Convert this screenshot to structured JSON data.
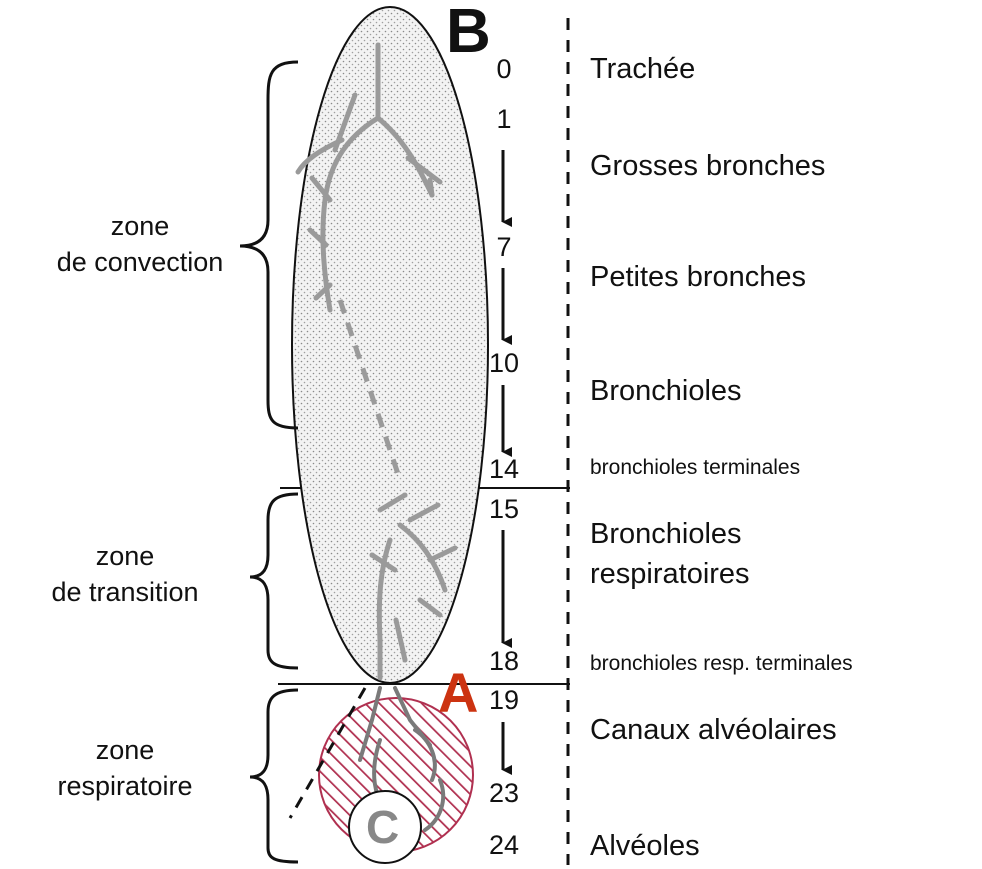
{
  "markers": {
    "b": "B",
    "a": "A",
    "c": "C"
  },
  "colors": {
    "marker_a": "#cc3311",
    "marker_c": "#888888",
    "hatch": "#b03050"
  },
  "zones": [
    {
      "line1": "zone",
      "line2": "de convection"
    },
    {
      "line1": "zone",
      "line2": "de transition"
    },
    {
      "line1": "zone",
      "line2": "respiratoire"
    }
  ],
  "generations": [
    "0",
    "1",
    "7",
    "10",
    "14",
    "15",
    "18",
    "19",
    "23",
    "24"
  ],
  "structures": {
    "trachee": "Trachée",
    "grosses": "Grosses bronches",
    "petites": "Petites bronches",
    "bronchioles": "Bronchioles",
    "terminales": "bronchioles terminales",
    "resp_line1": "Bronchioles",
    "resp_line2": "respiratoires",
    "resp_terminales": "bronchioles resp. terminales",
    "canaux": "Canaux alvéolaires",
    "alveoles": "Alvéoles"
  }
}
